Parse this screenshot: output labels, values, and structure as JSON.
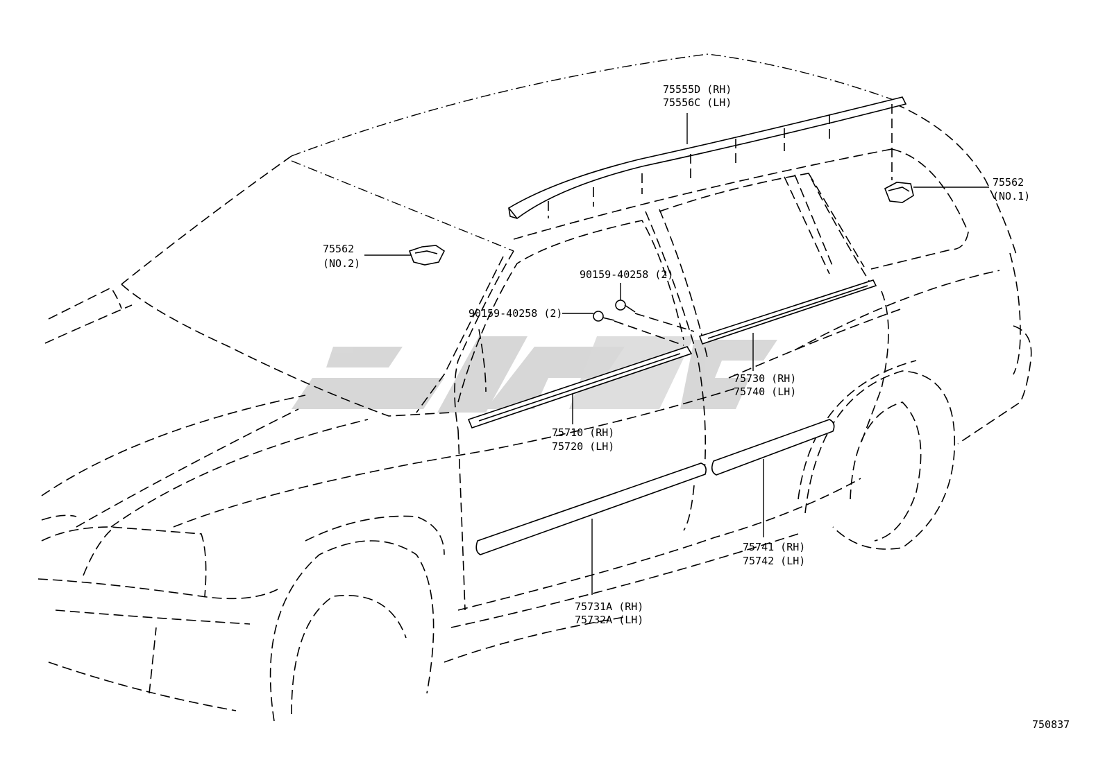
{
  "figure_id": "750837",
  "callouts": {
    "roof_rack_rail": {
      "line1": "75555D (RH)",
      "line2": "75556C (LH)"
    },
    "roof_rack_cover_no1": {
      "line1": "75562",
      "line2": "(NO.1)"
    },
    "roof_rack_cover_no2": {
      "line1": "75562",
      "line2": "(NO.2)"
    },
    "screw_upper": {
      "line1": "90159-40258 (2)"
    },
    "screw_lower": {
      "line1": "90159-40258 (2)"
    },
    "front_door_belt_moulding": {
      "line1": "75710 (RH)",
      "line2": "75720 (LH)"
    },
    "rear_door_belt_moulding": {
      "line1": "75730 (RH)",
      "line2": "75740 (LH)"
    },
    "front_door_side_moulding": {
      "line1": "75731A (RH)",
      "line2": "75732A (LH)"
    },
    "rear_door_side_moulding": {
      "line1": "75741 (RH)",
      "line2": "75742 (LH)"
    }
  },
  "watermark_color": "#b8b8b8"
}
